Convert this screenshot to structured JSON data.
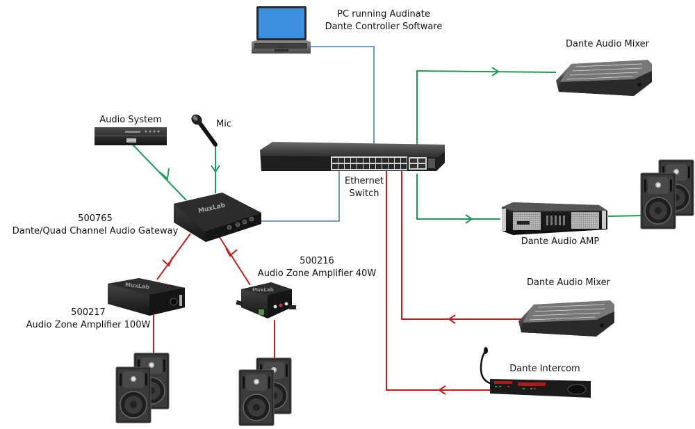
{
  "diagram": {
    "title": "Dante Audio Network Diagram",
    "colors": {
      "network_link": "#4a7db5",
      "audio_in": "#1f9a55",
      "audio_out": "#c41e1e",
      "device_dark": "#1c1c1c",
      "laptop_screen": "#3d8fe0"
    },
    "nodes": [
      {
        "id": "pc",
        "label_lines": [
          "PC running Audinate",
          "Dante Controller Software"
        ],
        "icon": "laptop-icon"
      },
      {
        "id": "switch",
        "label_lines": [
          "Ethernet",
          "Switch"
        ],
        "icon": "ethernet-switch-icon"
      },
      {
        "id": "audio_system",
        "label_lines": [
          "Audio System"
        ],
        "icon": "audio-system-icon"
      },
      {
        "id": "mic",
        "label_lines": [
          "Mic"
        ],
        "icon": "microphone-icon"
      },
      {
        "id": "gateway",
        "label_lines": [
          "500765",
          "Dante/Quad Channel Audio Gateway"
        ],
        "icon": "audio-gateway-icon"
      },
      {
        "id": "amp100",
        "label_lines": [
          "500217",
          "Audio Zone Amplifier 100W"
        ],
        "icon": "zone-amplifier-icon"
      },
      {
        "id": "amp40",
        "label_lines": [
          "500216",
          "Audio Zone Amplifier 40W"
        ],
        "icon": "zone-amplifier-icon"
      },
      {
        "id": "mixer1",
        "label_lines": [
          "Dante Audio Mixer"
        ],
        "icon": "audio-mixer-icon"
      },
      {
        "id": "dante_amp",
        "label_lines": [
          "Dante Audio AMP"
        ],
        "icon": "power-amplifier-icon"
      },
      {
        "id": "mixer2",
        "label_lines": [
          "Dante Audio Mixer"
        ],
        "icon": "audio-mixer-icon"
      },
      {
        "id": "intercom",
        "label_lines": [
          "Dante Intercom"
        ],
        "icon": "intercom-icon"
      },
      {
        "id": "speakers_amp",
        "label_lines": [],
        "icon": "speaker-pair-icon"
      },
      {
        "id": "speakers_100w",
        "label_lines": [],
        "icon": "speaker-pair-icon"
      },
      {
        "id": "speakers_40w",
        "label_lines": [],
        "icon": "speaker-pair-icon"
      }
    ],
    "edges": [
      {
        "from": "pc",
        "to": "switch",
        "type": "network_link"
      },
      {
        "from": "gateway",
        "to": "switch",
        "type": "network_link"
      },
      {
        "from": "audio_system",
        "to": "gateway",
        "type": "audio_in"
      },
      {
        "from": "mic",
        "to": "gateway",
        "type": "audio_in"
      },
      {
        "from": "switch",
        "to": "mixer1",
        "type": "audio_in"
      },
      {
        "from": "switch",
        "to": "dante_amp",
        "type": "audio_in"
      },
      {
        "from": "dante_amp",
        "to": "speakers_amp",
        "type": "audio_in"
      },
      {
        "from": "gateway",
        "to": "amp100",
        "type": "audio_out"
      },
      {
        "from": "gateway",
        "to": "amp40",
        "type": "audio_out"
      },
      {
        "from": "amp100",
        "to": "speakers_100w",
        "type": "audio_out"
      },
      {
        "from": "amp40",
        "to": "speakers_40w",
        "type": "audio_out"
      },
      {
        "from": "mixer2",
        "to": "switch",
        "type": "audio_out"
      },
      {
        "from": "intercom",
        "to": "switch",
        "type": "audio_out"
      }
    ]
  }
}
